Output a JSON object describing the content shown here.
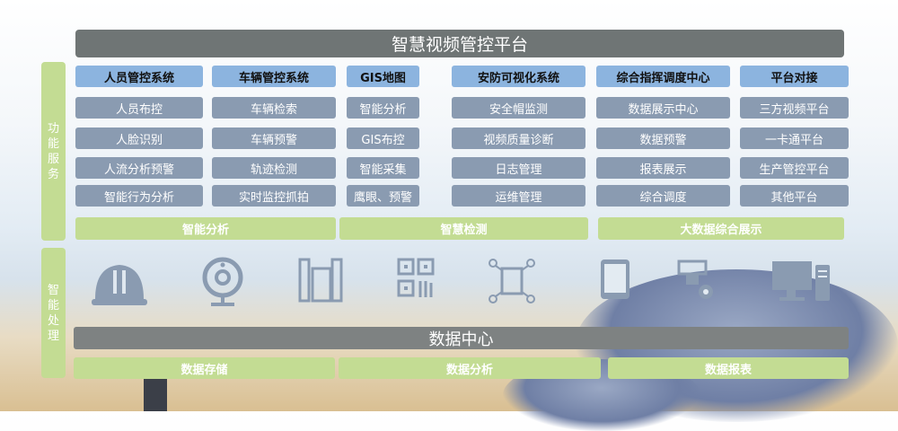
{
  "title": "智慧视频管控平台",
  "side_labels": {
    "function": "功能服务",
    "processing": "智能处理"
  },
  "columns": [
    {
      "header": "人员管控系统",
      "items": [
        "人员布控",
        "人脸识别",
        "人流分析预警",
        "智能行为分析"
      ]
    },
    {
      "header": "车辆管控系统",
      "items": [
        "车辆检索",
        "车辆预警",
        "轨迹检测",
        "实时监控抓拍"
      ]
    },
    {
      "header": "GIS地图",
      "items": [
        "智能分析",
        "GIS布控",
        "智能采集",
        "鹰眼、预警"
      ]
    },
    {
      "header": "安防可视化系统",
      "items": [
        "安全帽监测",
        "视频质量诊断",
        "日志管理",
        "运维管理"
      ]
    },
    {
      "header": "综合指挥调度中心",
      "items": [
        "数据展示中心",
        "数据预警",
        "报表展示",
        "综合调度"
      ]
    },
    {
      "header": "平台对接",
      "items": [
        "三方视频平台",
        "一卡通平台",
        "生产管控平台",
        "其他平台"
      ]
    }
  ],
  "green_bars": [
    "智能分析",
    "智慧检测",
    "大数据综合展示"
  ],
  "icons": [
    "helmet-icon",
    "webcam-icon",
    "server-rack-icon",
    "qr-code-icon",
    "drone-icon",
    "tablet-icon",
    "camera-gear-icon",
    "desktop-computer-icon"
  ],
  "data_center": {
    "title": "数据中心",
    "items": [
      "数据存储",
      "数据分析",
      "数据报表"
    ]
  },
  "colors": {
    "header": "#8cb4df",
    "cell": "#8a9bb1",
    "green": "#c3dc93",
    "dark": "#6f7575",
    "icon": "#8a9bb1"
  }
}
